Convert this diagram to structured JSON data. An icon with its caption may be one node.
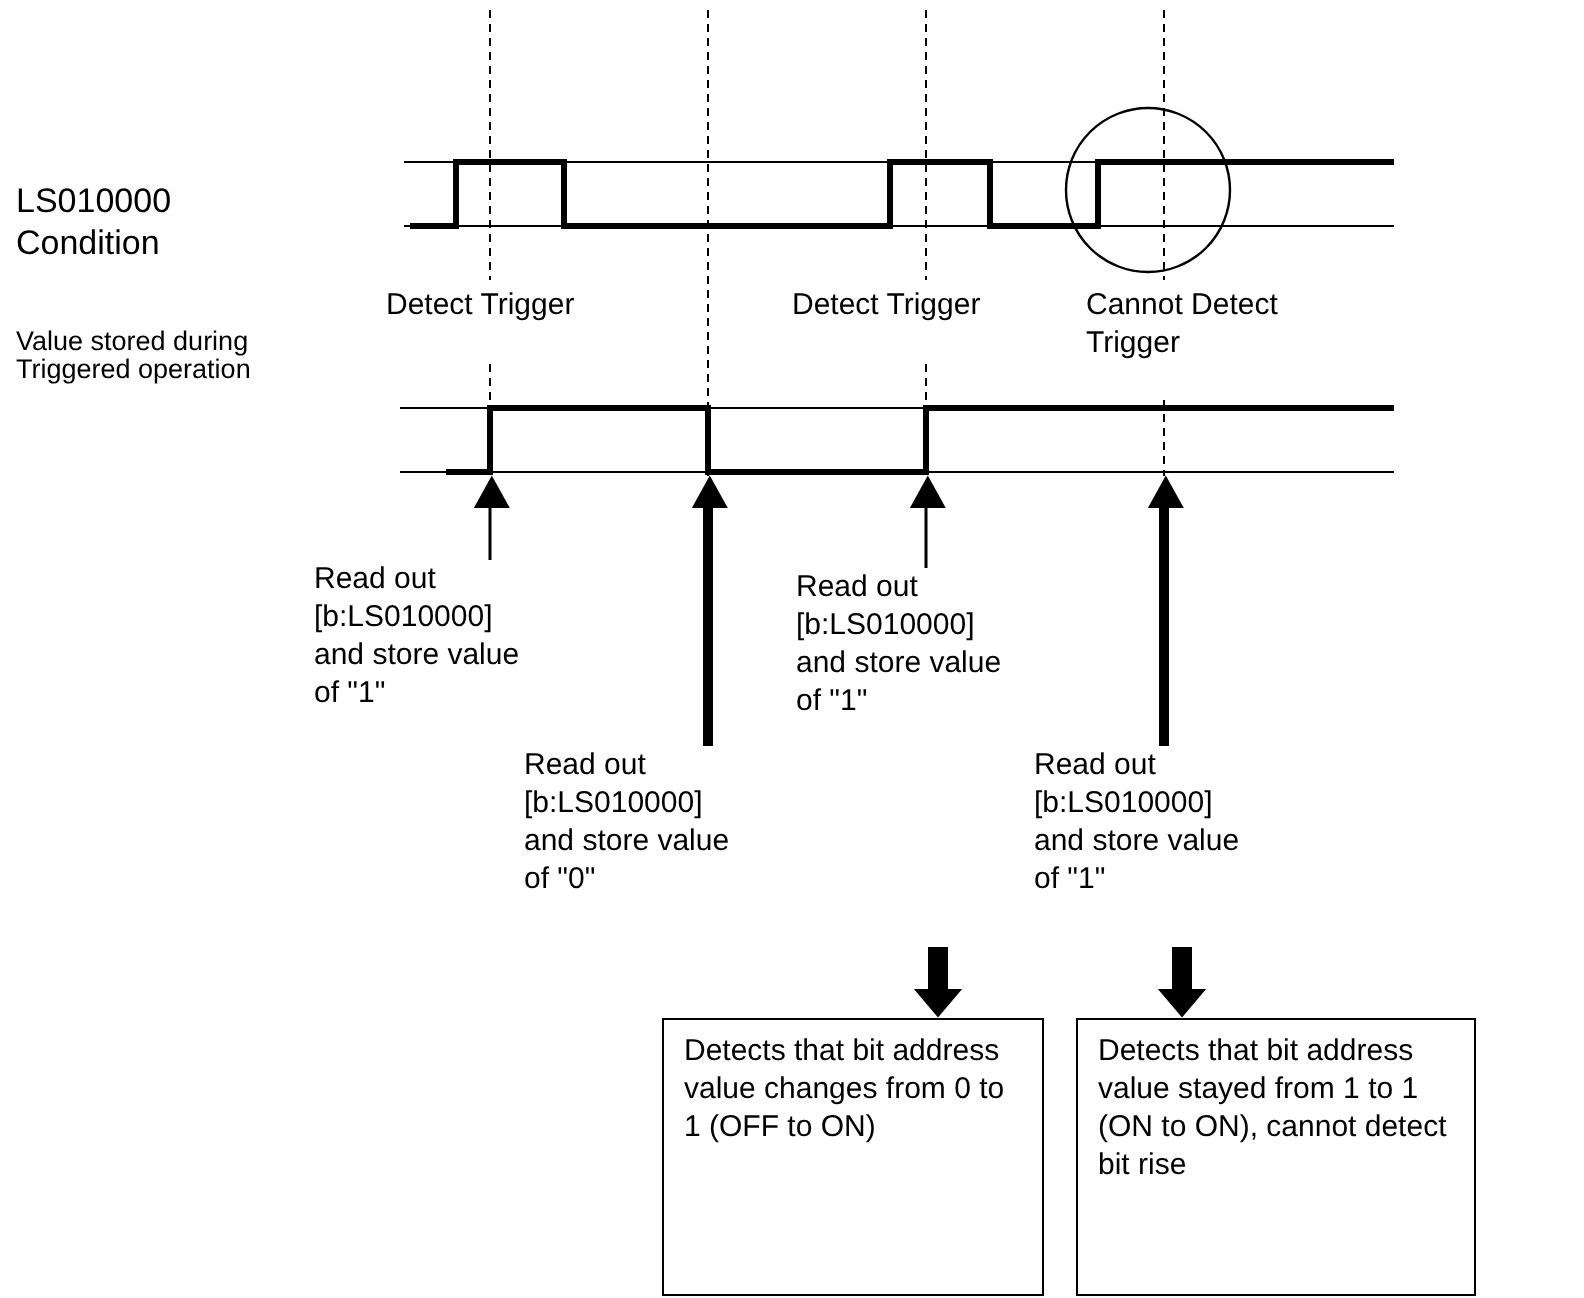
{
  "diagram": {
    "nodes": [
      {
        "text": [
          "Read out [b:LS010000] and store value of \"1\""
        ]
      },
      {
        "text": [
          "Read out [b:LS010000] and store value of \"0\""
        ]
      },
      {
        "text": [
          "Read out [b:LS010000] and store value of \"1\""
        ]
      },
      {
        "text": [
          "Read out [b:LS010000] and store value of \"1\""
        ]
      },
      {
        "text": [
          "Detects that bit address value changes from 0 to 1 (OFF to ON)"
        ]
      },
      {
        "text": [
          "Detects that bit address value stayed from 1 to 1 (ON to ON), cannot detect bit rise"
        ]
      }
    ],
    "edges": [
      {
        "from": 0,
        "to": null,
        "arrow": "to"
      },
      {
        "from": 1,
        "to": null,
        "arrow": "to",
        "style": "thick"
      },
      {
        "from": 2,
        "to": null,
        "arrow": "to"
      },
      {
        "from": 3,
        "to": null,
        "arrow": "to",
        "style": "thick"
      },
      {
        "from": null,
        "to": 4,
        "arrow": "to",
        "style": "thick"
      },
      {
        "from": null,
        "to": 5,
        "arrow": "to",
        "style": "thick"
      }
    ],
    "labels": [
      "LS010000 Condition",
      "Value stored during Triggered operation",
      "Detect Trigger",
      "Detect Trigger",
      "Cannot Detect Trigger"
    ]
  }
}
